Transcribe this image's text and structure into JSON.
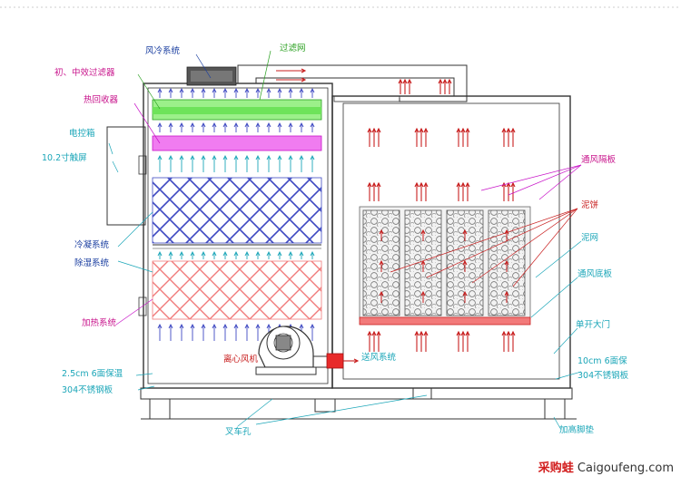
{
  "labels": {
    "air_cooling_system": "风冷系统",
    "filter_screen": "过滤网",
    "primary_medium_filter": "初、中效过滤器",
    "heat_recovery": "热回收器",
    "control_box": "电控箱",
    "touch_screen": "10.2寸触屏",
    "condensing_system": "冷凝系统",
    "dehumidifying_system": "除湿系统",
    "heating_system": "加热系统",
    "insulation_left_1": "2.5cm 6面保温",
    "insulation_left_2": "304不锈钢板",
    "centrifugal_fan": "离心风机",
    "air_supply_system": "送风系统",
    "forklift_hole": "叉车孔",
    "vent_partition": "通风隔板",
    "mud_cake": "泥饼",
    "mud_net": "泥网",
    "vent_bottom_plate": "通风底板",
    "single_door": "单开大门",
    "insulation_right_1": "10cm 6面保",
    "insulation_right_2": "304不锈钢板",
    "raised_feet": "加高脚垫"
  },
  "watermark": {
    "cn": "采购蛙",
    "en": "Caigoufeng.com"
  },
  "colors": {
    "filter_green": "#9cf08a",
    "heat_recovery_magenta": "#f07cf0",
    "condenser_blue": "#3e49c2",
    "heater_red": "#f07a7a",
    "airflow_red": "#c81e1e",
    "label_cyan": "#1ba6b8",
    "label_magenta": "#c8148c"
  }
}
